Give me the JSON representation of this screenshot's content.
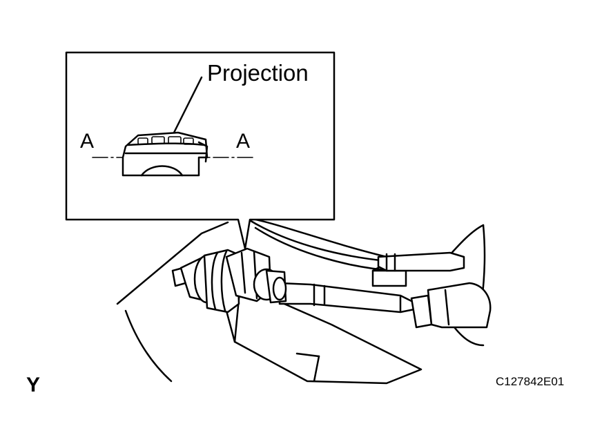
{
  "labels": {
    "callout": "Projection",
    "section_left": "A",
    "section_right": "A",
    "view": "Y",
    "figure_code": "C127842E01"
  },
  "colors": {
    "line": "#000000",
    "background": "#ffffff"
  }
}
